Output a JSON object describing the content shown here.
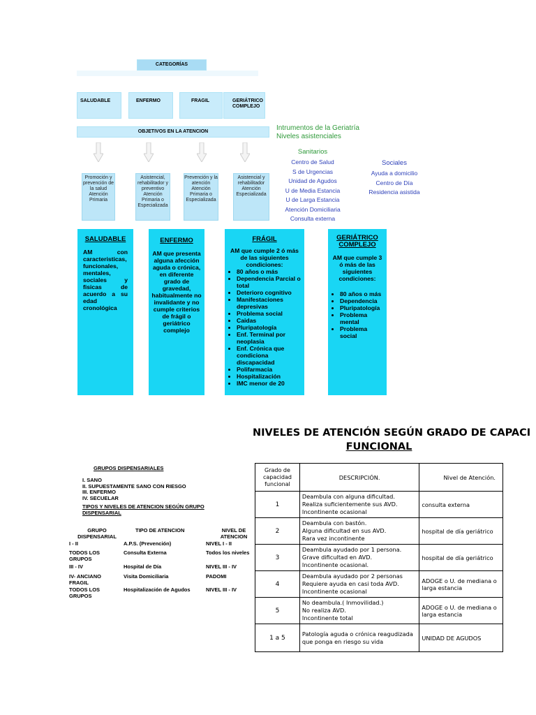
{
  "top": {
    "categorias": "CATEGORÍAS",
    "categories": [
      "SALUDABLE",
      "ENFERMO",
      "FRAGIL",
      "GERIÁTRICO COMPLEJO"
    ],
    "objetivos": "OBJETIVOS EN LA ATENCION",
    "objectives": [
      "Promoción y prevención de la salud Atención Primaria",
      "Asistencial, rehabilitador y preventivo Atención Primaria o Especializada",
      "Prevención y la atención Atención Primaria o Especializada",
      "Asistencial y rehabilitador Atención Especializada"
    ]
  },
  "instruments": {
    "title1": "Intrumentos de la Geriatría",
    "title2": "Niveles asistenciales",
    "sanitarios_title": "Sanitarios",
    "sanitarios": [
      "Centro de Salud",
      "S de Urgencias",
      "Unidad de Agudos",
      "U de Media Estancia",
      "U de Larga Estancia",
      "Atención Domiciliaria",
      "Consulta externa"
    ],
    "sociales_title": "Sociales",
    "sociales": [
      "Ayuda a domicilio",
      "Centro de Día",
      "Residencia asistida"
    ]
  },
  "cards": {
    "saludable": {
      "title": "SALUDABLE",
      "text": "AM con caracteristicas, funcionales, mentales, sociales y fisicas de acuerdo a su edad cronológica"
    },
    "enfermo": {
      "title": "ENFERMO",
      "text": "AM que presenta alguna afección aguda o crónica, en diferente grado de gravedad, habitualmente no invalidante y no cumple criterios de frágil o geriátrico complejo"
    },
    "fragil": {
      "title": "FRÁGIL",
      "intro": "AM que cumple 2 ó más de las siguientes condiciones:",
      "items": [
        "80 años o más",
        "Dependencia Parcial o total",
        "Deterioro cognitivo",
        "Manifestaciones depresivas",
        "Problema social",
        "Caidas",
        "Pluripatología",
        "Enf. Terminal por neoplasia",
        "Enf. Crónica que condiciona discapacidad",
        "Polifarmacia",
        "Hospitalización",
        "IMC menor de 20"
      ]
    },
    "geriatrico": {
      "title": "GERIÁTRICO COMPLEJO",
      "intro": "AM que cumple 3 ó más de las siguientes condiciones:",
      "items": [
        "80 años o más",
        "Dependencia",
        "Pluripatología",
        "Problema mental",
        "Problema social"
      ]
    }
  },
  "grupos": {
    "title": "GRUPOS DISPENSARIALES",
    "list": [
      "I. SANO",
      "II. SUPUESTAMENTE SANO CON RIESGO",
      "III. ENFERMO",
      "IV. SECUELAR"
    ],
    "subtitle": "TIPOS Y NIVELES DE ATENCION SEGÚN GRUPO DISPENSARIAL",
    "headers": [
      "GRUPO DISPENSARIAL",
      "TIPO DE ATENCION",
      "NIVEL DE ATENCION"
    ],
    "rows": [
      [
        "I - II",
        "A.P.S. (Prevención)",
        "NIVEL I - II"
      ],
      [
        "TODOS LOS GRUPOS",
        "Consulta Externa",
        "Todos los niveles"
      ],
      [
        "III - IV",
        "Hospital de Día",
        "NIVEL III - IV"
      ],
      [
        "IV- ANCIANO FRAGIL",
        "Visita Domiciliaria",
        "PADOMI"
      ],
      [
        "TODOS LOS GRUPOS",
        "Hospitalización de Agudos",
        "NIVEL III - IV"
      ]
    ]
  },
  "niveles": {
    "title1": "NIVELES DE ATENCIÓN SEGÚN GRADO DE CAPACI",
    "title2": "FUNCIONAL",
    "headers": [
      "Grado de capacidad funcional",
      "DESCRIPCIÓN.",
      "Nivel de Atención."
    ],
    "rows": [
      {
        "grado": "1",
        "desc": [
          "Deambula con alguna dificultad.",
          "Realiza suficientemente sus AVD.",
          "Incontinente ocasional"
        ],
        "nivel": "consulta externa"
      },
      {
        "grado": "2",
        "desc": [
          "Deambula con bastón.",
          "Alguna dificultad en sus AVD.",
          "Rara vez incontinente"
        ],
        "nivel": "hospital de día geriátrico"
      },
      {
        "grado": "3",
        "desc": [
          "Deambula ayudado por 1 persona.",
          "Grave dificultad en AVD.",
          "Incontinente ocasional."
        ],
        "nivel": "hospital de día geriátrico"
      },
      {
        "grado": "4",
        "desc": [
          "Deambula ayudado por 2 personas",
          "Requiere ayuda en casi toda AVD.",
          "Incontinente ocasional"
        ],
        "nivel": "ADOGE o U. de mediana o larga estancia"
      },
      {
        "grado": "5",
        "desc": [
          "No deambula.( Inmovilidad.)",
          "No realiza AVD.",
          "Incontinente total"
        ],
        "nivel": "ADOGE o U. de mediana o larga estancia"
      },
      {
        "grado": "1 a 5",
        "desc": [
          "Patología aguda o crónica reagudizada",
          "que ponga en riesgo su vida"
        ],
        "nivel": "UNIDAD DE AGUDOS"
      }
    ]
  }
}
